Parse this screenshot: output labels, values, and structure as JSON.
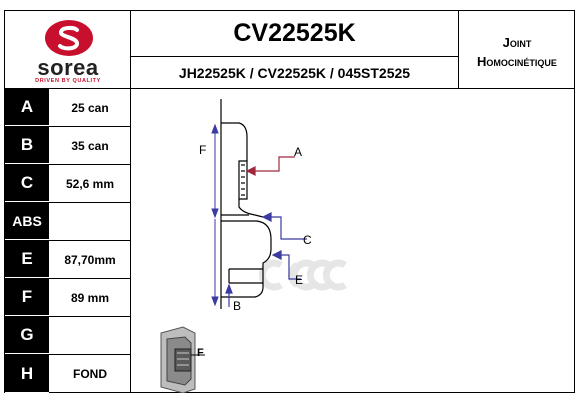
{
  "brand": {
    "name": "sorea",
    "tagline": "DRIVEN BY QUALITY",
    "colors": {
      "red": "#c8102e",
      "dark": "#222222"
    }
  },
  "header": {
    "part_number": "CV22525K",
    "cross_references": "JH22525K / CV22525K / 045ST2525",
    "category_line1": "Joint",
    "category_line2": "Homocinétique"
  },
  "specs": [
    {
      "key": "A",
      "value": "25 can"
    },
    {
      "key": "B",
      "value": "35 can"
    },
    {
      "key": "C",
      "value": "52,6 mm"
    },
    {
      "key": "ABS",
      "value": ""
    },
    {
      "key": "E",
      "value": "87,70mm"
    },
    {
      "key": "F",
      "value": "89 mm"
    },
    {
      "key": "G",
      "value": ""
    },
    {
      "key": "H",
      "value": "FOND"
    }
  ],
  "diagram": {
    "labels": {
      "a": "A",
      "b": "B",
      "c": "C",
      "e": "E",
      "f": "F",
      "thumb_f": "F"
    },
    "icons": {
      "logo": "sorea-logo-icon",
      "watermark": "eac-watermark-icon"
    },
    "colors": {
      "arrow_red": "#a0283c",
      "arrow_blue": "#3a3aa0",
      "watermark": "#e6e6e6"
    }
  }
}
